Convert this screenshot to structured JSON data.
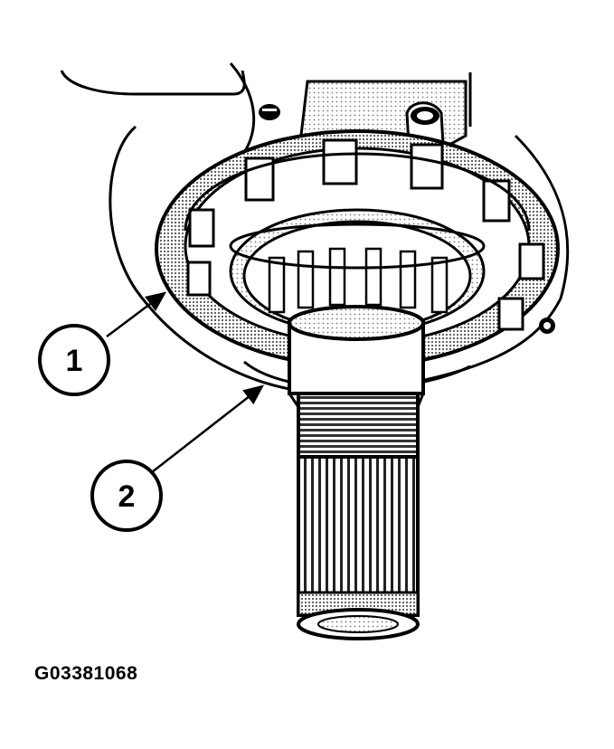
{
  "diagram": {
    "callouts": [
      {
        "label": "1"
      },
      {
        "label": "2"
      }
    ],
    "figure_code": "G03381068",
    "colors": {
      "ink": "#000000",
      "paper": "#ffffff",
      "halftone": "#6a6a6a"
    }
  }
}
